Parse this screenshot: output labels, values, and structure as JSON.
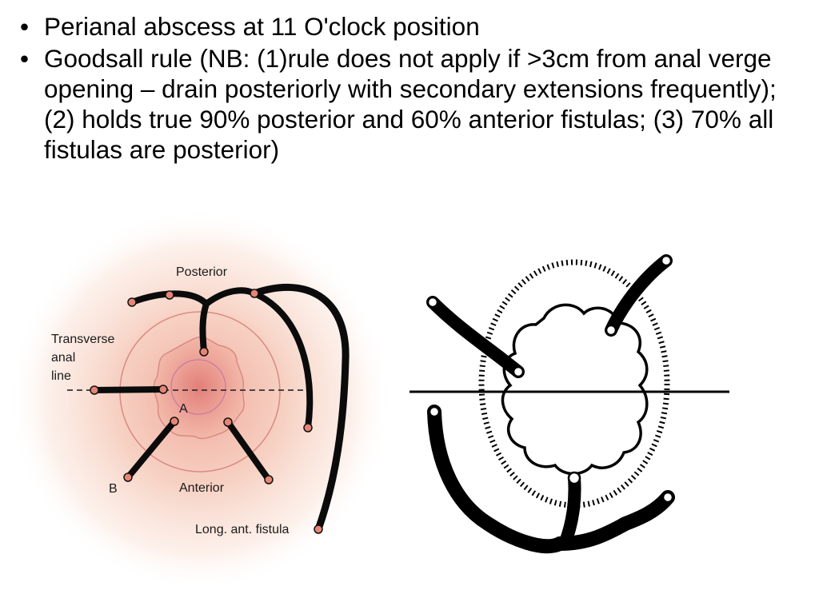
{
  "bullets": [
    {
      "text": "Perianal abscess at 11 O'clock position"
    },
    {
      "text": "Goodsall rule (NB: (1)rule does not apply if >3cm from anal verge opening – drain posteriorly with secondary extensions frequently); (2) holds true 90% posterior and 60% anterior fistulas; (3) 70% all fistulas are posterior)"
    }
  ],
  "bullet_symbol": "•",
  "left_diagram": {
    "posterior_label": "Posterior",
    "transverse_label_lines": [
      "Transverse",
      "anal",
      "line"
    ],
    "label_a": "A",
    "label_b": "B",
    "anterior_label": "Anterior",
    "long_fistula_label": "Long. ant. fistula"
  },
  "colors": {
    "glow": "#f4c7b4",
    "core": "#e98f86",
    "ring": "#d98a84",
    "tract": "#0b0b0b",
    "opening": "#e68576"
  }
}
